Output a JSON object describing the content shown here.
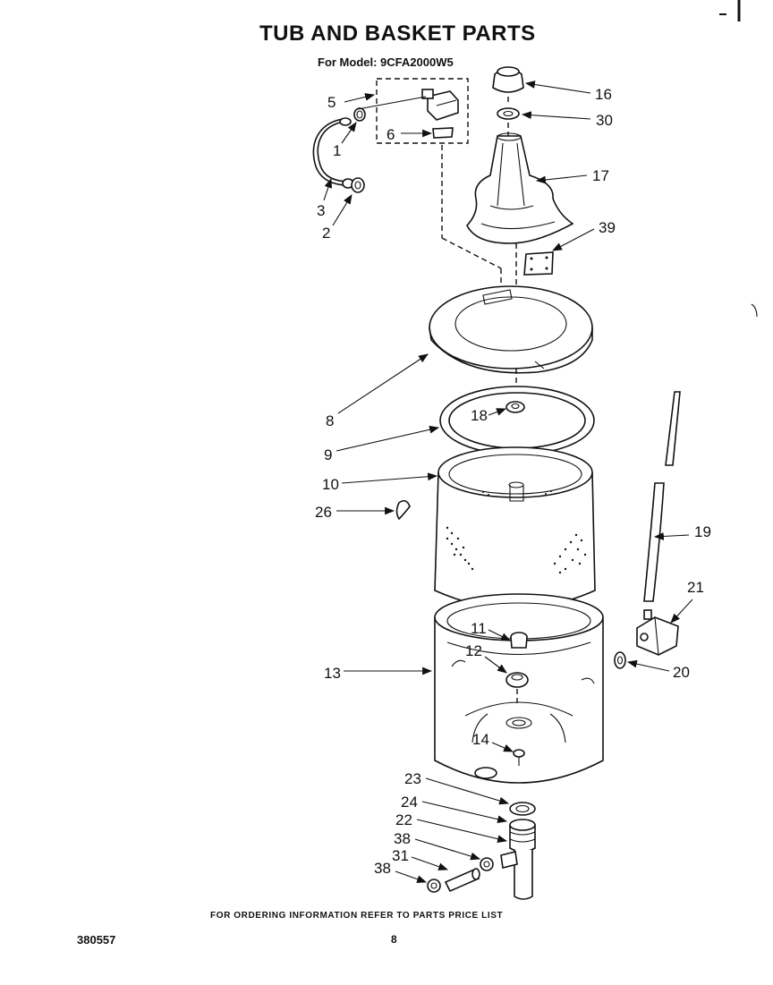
{
  "header": {
    "title": "TUB AND BASKET PARTS",
    "model_line": "For Model: 9CFA2000W5"
  },
  "footer": {
    "ordering_note": "FOR ORDERING INFORMATION REFER TO PARTS PRICE LIST",
    "document_number": "380557",
    "page_number": "8"
  },
  "callouts": {
    "c1": "1",
    "c2": "2",
    "c3": "3",
    "c5": "5",
    "c6": "6",
    "c8": "8",
    "c9": "9",
    "c10": "10",
    "c11": "11",
    "c12": "12",
    "c13": "13",
    "c14": "14",
    "c16": "16",
    "c17": "17",
    "c18": "18",
    "c19": "19",
    "c20": "20",
    "c21": "21",
    "c22": "22",
    "c23": "23",
    "c24": "24",
    "c26": "26",
    "c30": "30",
    "c31": "31",
    "c38a": "38",
    "c38b": "38",
    "c39": "39"
  }
}
